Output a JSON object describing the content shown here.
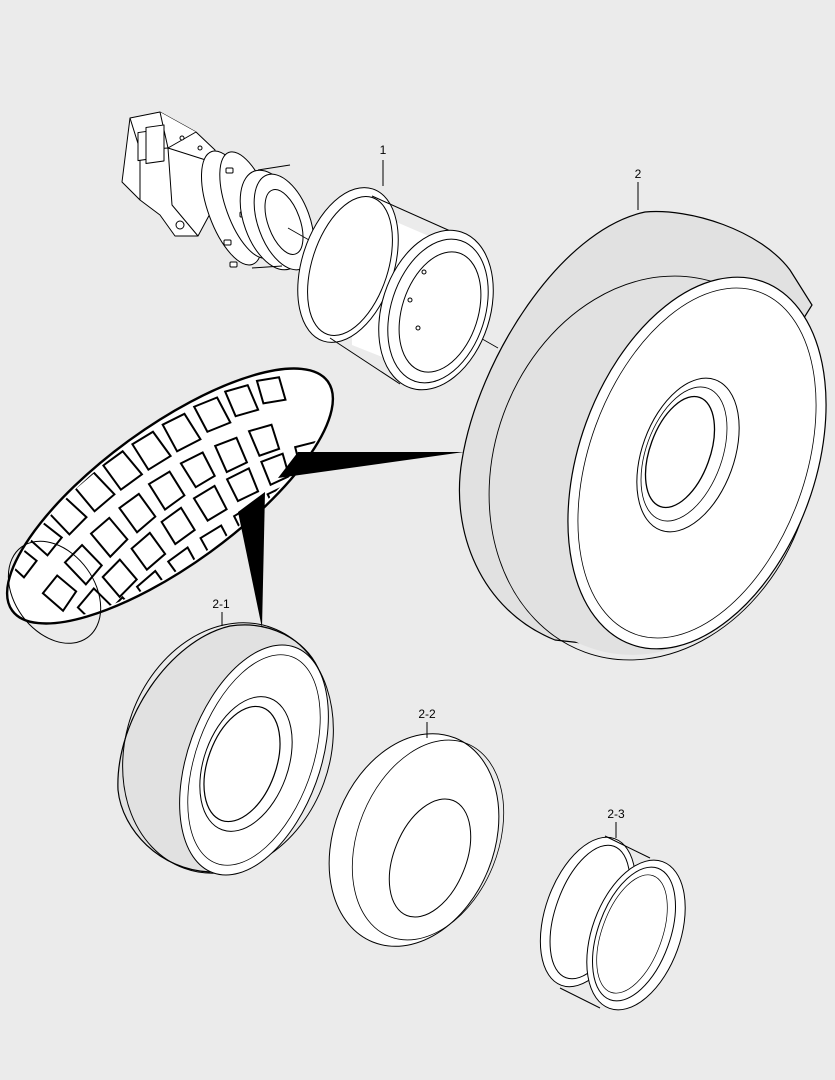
{
  "callouts": [
    {
      "id": "1",
      "text": "1"
    },
    {
      "id": "2",
      "text": "2"
    },
    {
      "id": "2-1",
      "text": "2-1"
    },
    {
      "id": "2-2",
      "text": "2-2"
    },
    {
      "id": "2-3",
      "text": "2-3"
    }
  ],
  "colors": {
    "background": "#ebebeb",
    "part_fill": "#ffffff",
    "tire_shade": "#e1e1e1",
    "line": "#000000"
  }
}
